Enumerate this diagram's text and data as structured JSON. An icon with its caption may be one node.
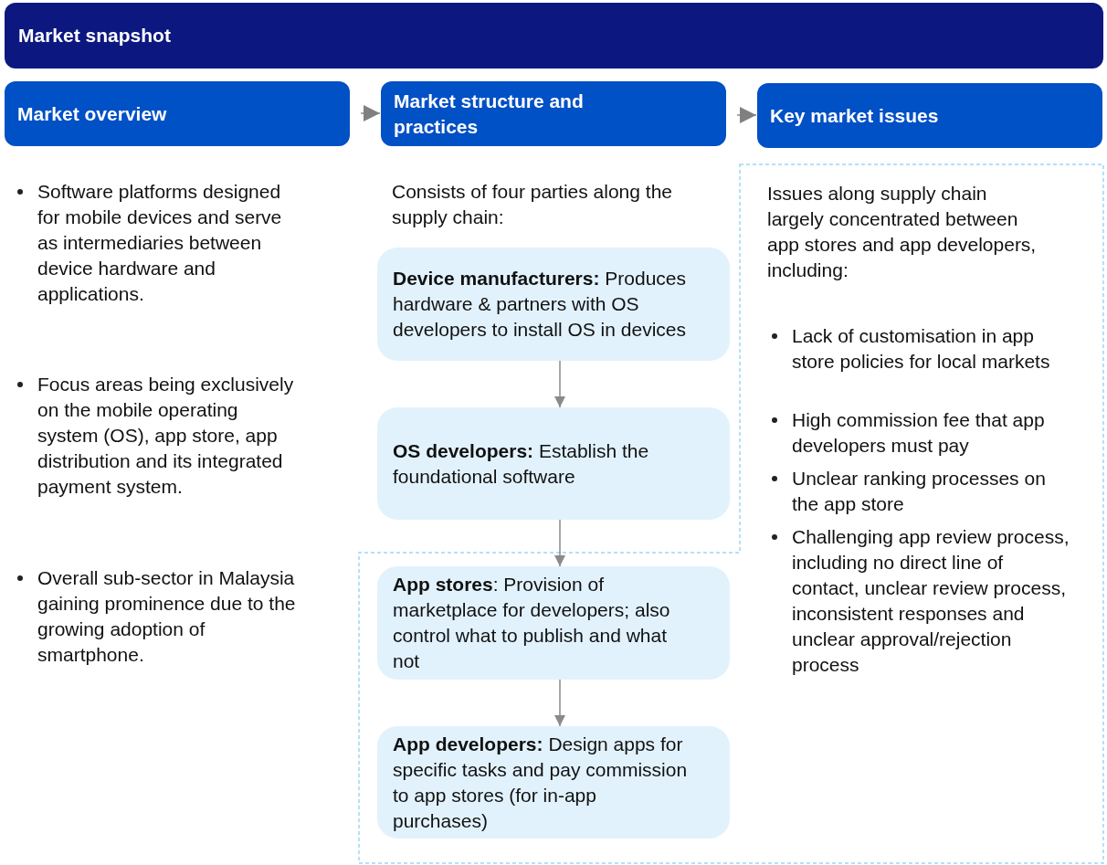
{
  "diagram": {
    "title": "Market snapshot",
    "nodes": [
      {
        "text": [
          "Market overview"
        ]
      },
      {
        "text": [
          "Market structure and practices"
        ]
      },
      {
        "text": [
          "Key market issues"
        ]
      },
      {
        "text": [
          "**Device manufacturers:** Produces hardware & partners with OS developers to install OS in devices"
        ]
      },
      {
        "text": [
          "**OS developers:** Establish the foundational software"
        ]
      },
      {
        "text": [
          "**App stores**: Provision of marketplace for developers; also control what to publish and what not"
        ]
      },
      {
        "text": [
          "**App developers:** Design apps for specific tasks and pay commission to app stores (for in-app purchases)"
        ]
      }
    ],
    "edges": [
      {
        "from": 0,
        "to": 1,
        "arrow": "to"
      },
      {
        "from": 1,
        "to": 2,
        "arrow": "to"
      },
      {
        "from": 3,
        "to": 4,
        "arrow": "to"
      },
      {
        "from": 4,
        "to": 5,
        "arrow": "to"
      },
      {
        "from": 5,
        "to": 6,
        "arrow": "to"
      }
    ],
    "labels": [
      "Software platforms designed for mobile devices and serve as intermediaries between device hardware and applications.",
      "Focus areas being exclusively on the mobile operating system (OS), app store, app distribution and its integrated payment system.",
      "Overall sub-sector in Malaysia gaining prominence due to the growing adoption of smartphone.",
      "Consists of four parties along the supply chain:",
      "Issues along supply chain largely concentrated between app stores and app developers, including:",
      "Lack of customisation in app store policies for local markets",
      "High commission fee that app developers must pay",
      "Unclear ranking processes on the app store",
      "Challenging app review process, including no direct line of contact, unclear review process, inconsistent responses and unclear approval/rejection process"
    ]
  }
}
